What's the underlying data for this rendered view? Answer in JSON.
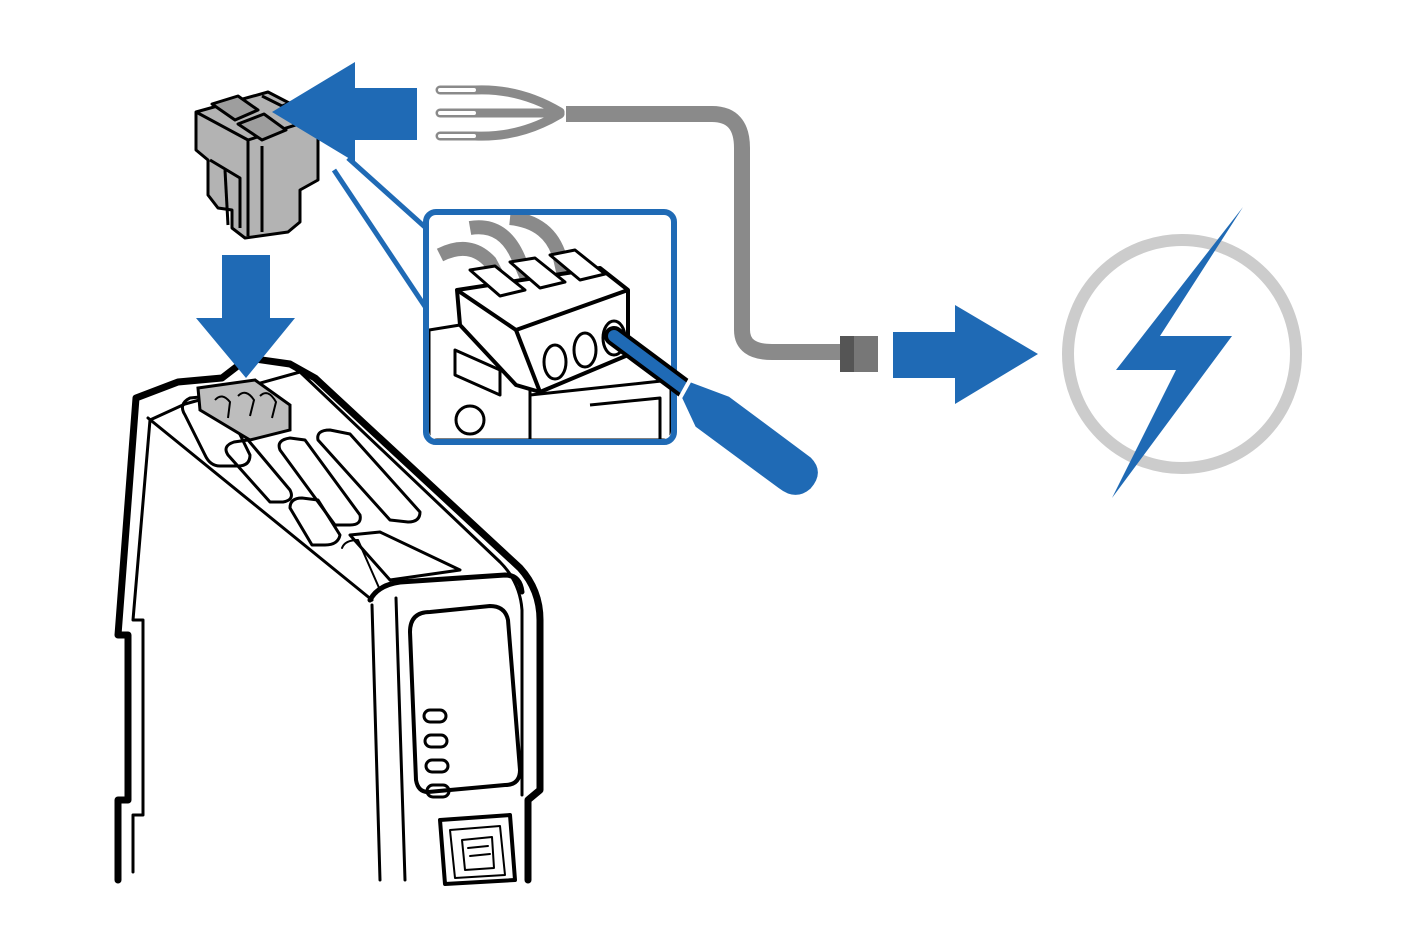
{
  "diagram": {
    "type": "installation-illustration",
    "colors": {
      "accent": "#1f6ab5",
      "cable": "#8a8a8a",
      "connector": "#b3b3b3",
      "outline": "#000000",
      "ring": "#cccccc"
    },
    "icons": [
      "terminal-block-connector",
      "insert-arrow-left",
      "insert-arrow-down",
      "stripped-wire-ends",
      "power-cable",
      "cable-plug",
      "to-power-arrow",
      "power-bolt-icon",
      "detail-inset",
      "screwdriver",
      "gateway-device",
      "led-indicators",
      "ethernet-port"
    ],
    "led_count": 4
  }
}
